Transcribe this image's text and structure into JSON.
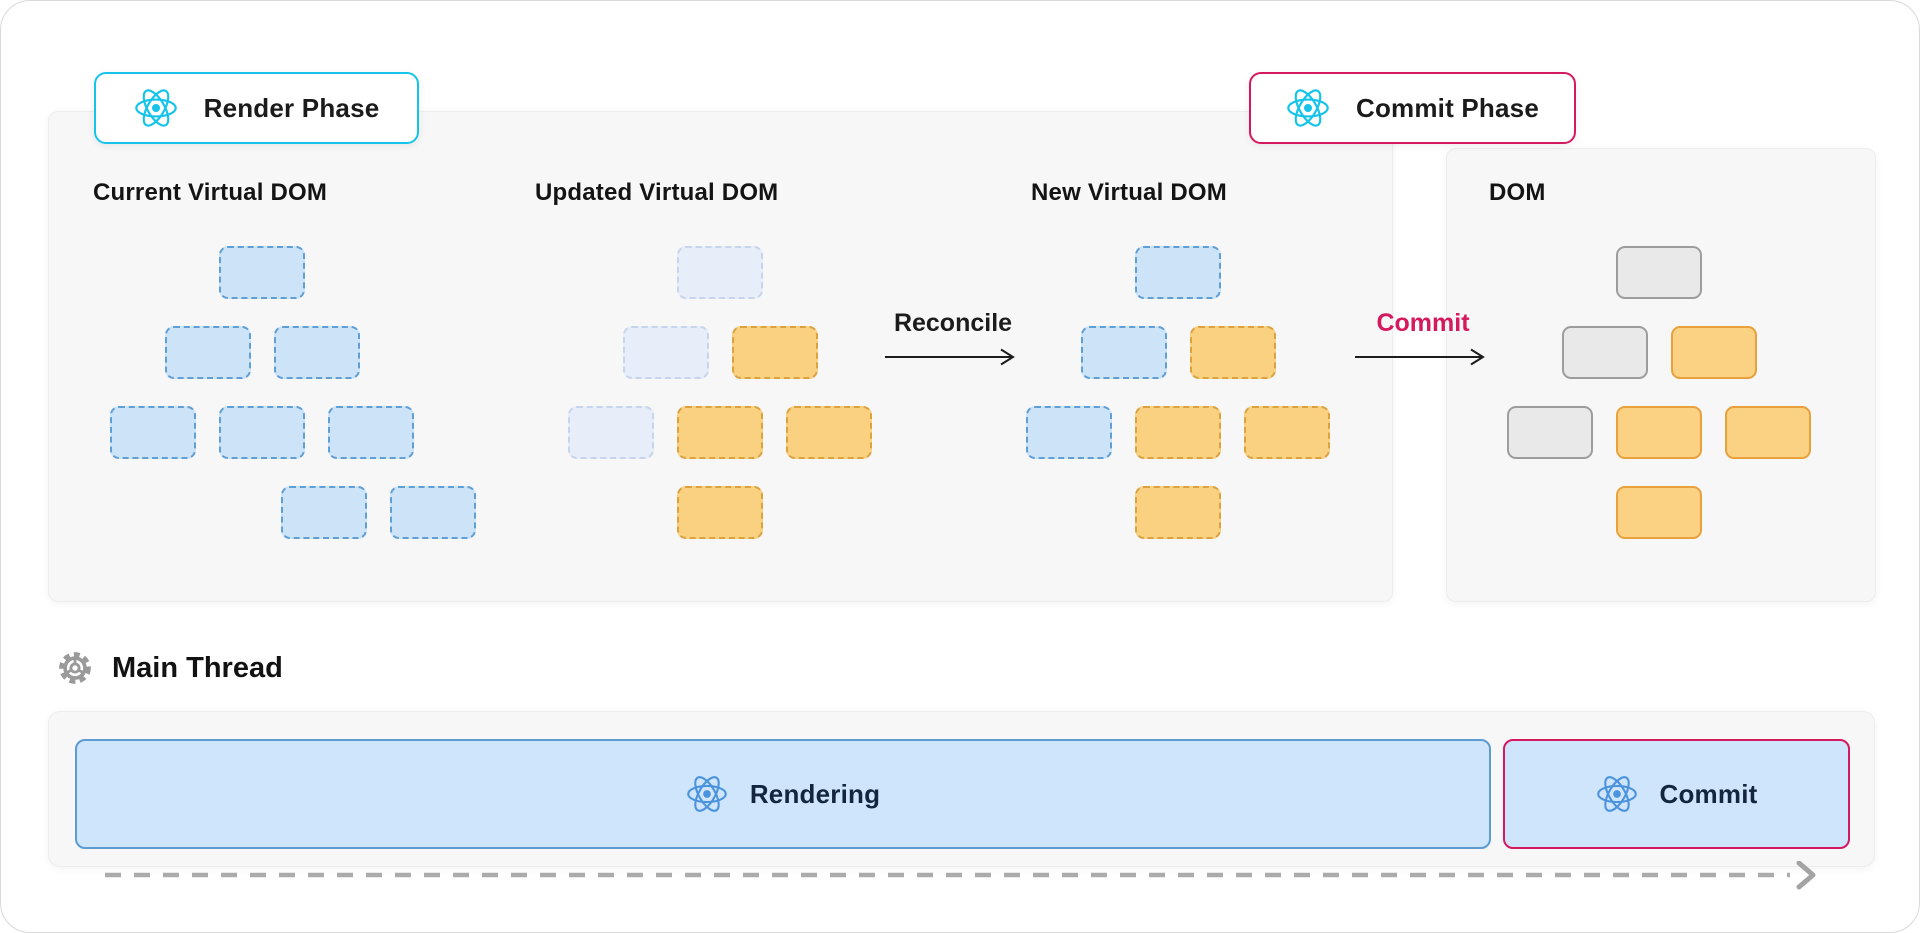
{
  "colors": {
    "cyan_accent": "#16c4e9",
    "crimson_accent": "#d5195e",
    "react_blue": "#4b93dd",
    "panel_bg": "#f7f7f8",
    "node_blue_fill": "#cde4f8",
    "node_blue_border": "#5f9fd6",
    "node_pale_fill": "#e7edf9",
    "node_pale_border": "#c6d5ec",
    "node_orange_fill": "#f9d180",
    "node_orange_border": "#dba23e",
    "node_gray_fill": "#e9e9e9",
    "node_gray_border": "#9d9d9d",
    "node_orange_solid_fill": "#fbd284",
    "node_orange_solid_border": "#e9a13c",
    "bar_fill": "#cfe5fb",
    "bar_blue_border": "#5d9bd3",
    "bar_text": "#14263f",
    "timeline_gray": "#ababab",
    "gear_gray": "#9a9a9a"
  },
  "badges": {
    "render_phase": {
      "label": "Render Phase"
    },
    "commit_phase": {
      "label": "Commit Phase"
    }
  },
  "trees": [
    {
      "id": "current-virtual-dom",
      "title": "Current Virtual DOM",
      "rows": [
        [
          "blue"
        ],
        [
          "blue",
          "blue"
        ],
        [
          "blue",
          "blue",
          "blue"
        ],
        [
          "blue",
          "blue"
        ]
      ]
    },
    {
      "id": "updated-virtual-dom",
      "title": "Updated Virtual DOM",
      "rows": [
        [
          "pale"
        ],
        [
          "pale",
          "orange"
        ],
        [
          "pale",
          "orange",
          "orange"
        ],
        [
          "orange"
        ]
      ]
    },
    {
      "id": "new-virtual-dom",
      "title": "New Virtual DOM",
      "rows": [
        [
          "blue"
        ],
        [
          "blue",
          "orange"
        ],
        [
          "blue",
          "orange",
          "orange"
        ],
        [
          "orange"
        ]
      ]
    },
    {
      "id": "dom",
      "title": "DOM",
      "rows": [
        [
          "gray"
        ],
        [
          "gray",
          "orange-solid"
        ],
        [
          "gray",
          "orange-solid",
          "orange-solid"
        ],
        [
          "orange-solid"
        ]
      ]
    }
  ],
  "arrows": {
    "reconcile": {
      "label": "Reconcile"
    },
    "commit": {
      "label": "Commit"
    }
  },
  "main_thread": {
    "label": "Main Thread"
  },
  "timeline": {
    "rendering_label": "Rendering",
    "commit_label": "Commit"
  }
}
